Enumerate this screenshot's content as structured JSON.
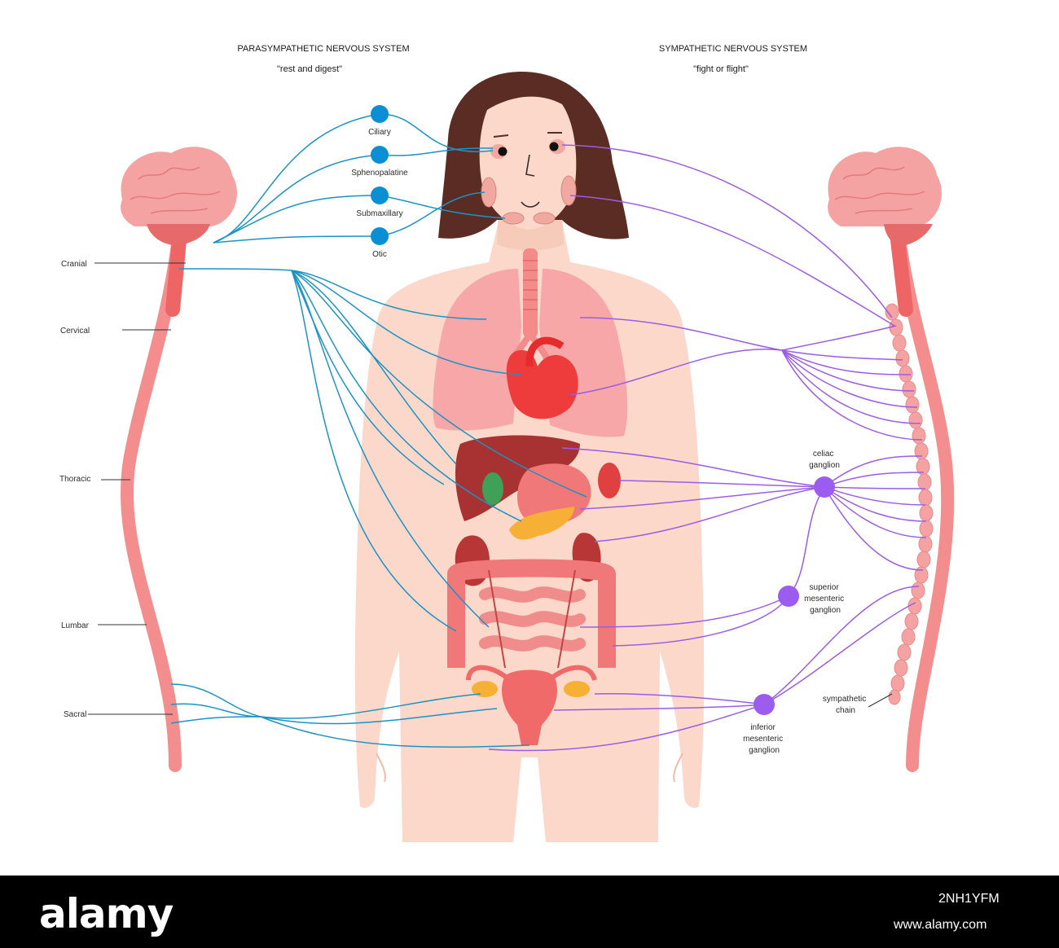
{
  "headings": {
    "parasympathetic": {
      "title": "PARASYMPATHETIC NERVOUS SYSTEM",
      "subtitle": "\"rest and digest\""
    },
    "sympathetic": {
      "title": "SYMPATHETIC NERVOUS SYSTEM",
      "subtitle": "\"fight or flight\""
    }
  },
  "cranial_ganglia": [
    "Ciliary",
    "Sphenopalatine",
    "Submaxillary",
    "Otic"
  ],
  "spine_regions": [
    "Cranial",
    "Cervical",
    "Thoracic",
    "Lumbar",
    "Sacral"
  ],
  "sympathetic_ganglia": {
    "celiac": [
      "celiac",
      "ganglion"
    ],
    "superior_mesenteric": [
      "superior",
      "mesenteric",
      "ganglion"
    ],
    "inferior_mesenteric": [
      "inferior",
      "mesenteric",
      "ganglion"
    ],
    "sympathetic_chain": [
      "sympathetic",
      "chain"
    ]
  },
  "colors": {
    "parasympathetic_nerve": "#1c93c4",
    "parasympathetic_node": "#0b8fd4",
    "sympathetic_nerve": "#9b5de5",
    "sympathetic_node": "#9d5cf0",
    "skin": "#fbd8c9",
    "brain": "#f2888c",
    "hair": "#5a2c24"
  },
  "footer": {
    "brand": "alamy",
    "image_id": "2NH1YFM",
    "site": "www.alamy.com"
  }
}
